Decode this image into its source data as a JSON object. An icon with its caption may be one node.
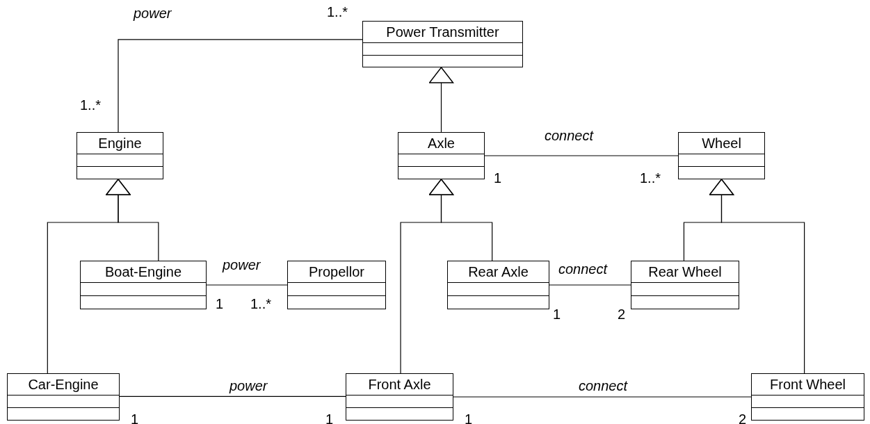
{
  "diagram": {
    "nodes": [
      {
        "text": [
          "Power Transmitter"
        ]
      },
      {
        "text": [
          "Engine"
        ]
      },
      {
        "text": [
          "Axle"
        ]
      },
      {
        "text": [
          "Wheel"
        ]
      },
      {
        "text": [
          "Boat-Engine"
        ]
      },
      {
        "text": [
          "Propellor"
        ]
      },
      {
        "text": [
          "Rear Axle"
        ]
      },
      {
        "text": [
          "Rear Wheel"
        ]
      },
      {
        "text": [
          "Car-Engine"
        ]
      },
      {
        "text": [
          "Front Axle"
        ]
      },
      {
        "text": [
          "Front Wheel"
        ]
      }
    ],
    "edges": [
      {
        "from": 1,
        "to": 0,
        "arrow": "none",
        "label": "power"
      },
      {
        "from": 2,
        "to": 0,
        "arrow": "to"
      },
      {
        "from": 2,
        "to": 3,
        "arrow": "none",
        "label": "connect"
      },
      {
        "from": 4,
        "to": 1,
        "arrow": "to"
      },
      {
        "from": 8,
        "to": 1,
        "arrow": "to"
      },
      {
        "from": 4,
        "to": 5,
        "arrow": "none",
        "label": "power"
      },
      {
        "from": 6,
        "to": 2,
        "arrow": "to"
      },
      {
        "from": 9,
        "to": 2,
        "arrow": "to"
      },
      {
        "from": 6,
        "to": 7,
        "arrow": "none",
        "label": "connect"
      },
      {
        "from": 7,
        "to": 3,
        "arrow": "to"
      },
      {
        "from": 10,
        "to": 3,
        "arrow": "to"
      },
      {
        "from": 8,
        "to": 9,
        "arrow": "none",
        "label": "power"
      },
      {
        "from": 9,
        "to": 10,
        "arrow": "none",
        "label": "connect"
      }
    ],
    "labels": [
      "1..*",
      "1..*",
      "1",
      "1..*",
      "1",
      "1..*",
      "1",
      "2",
      "1",
      "1",
      "1",
      "2"
    ]
  }
}
